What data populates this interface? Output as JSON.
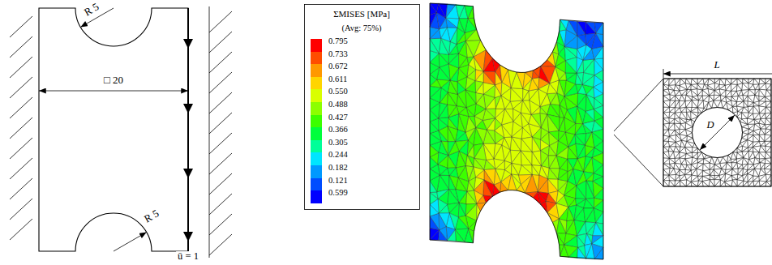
{
  "diagram": {
    "labels": [
      "R 5",
      "R 5",
      "□ 20",
      "ū = 1",
      "ΣMISES [MPa]",
      "(Avg: 75%)",
      "L",
      "D"
    ],
    "legend": [
      {
        "text": "0.795",
        "color": "#ff0000"
      },
      {
        "text": "0.733",
        "color": "#ff4d00"
      },
      {
        "text": "0.672",
        "color": "#ff9900"
      },
      {
        "text": "0.611",
        "color": "#ffd500"
      },
      {
        "text": "0.550",
        "color": "#d9ff00"
      },
      {
        "text": "0.488",
        "color": "#8cff00"
      },
      {
        "text": "0.427",
        "color": "#3cff00"
      },
      {
        "text": "0.366",
        "color": "#00ff3c"
      },
      {
        "text": "0.305",
        "color": "#00ff99"
      },
      {
        "text": "0.244",
        "color": "#00e5ff"
      },
      {
        "text": "0.182",
        "color": "#0099ff"
      },
      {
        "text": "0.121",
        "color": "#004dff"
      },
      {
        "text": "0.599",
        "color": "#0000ff"
      }
    ]
  }
}
